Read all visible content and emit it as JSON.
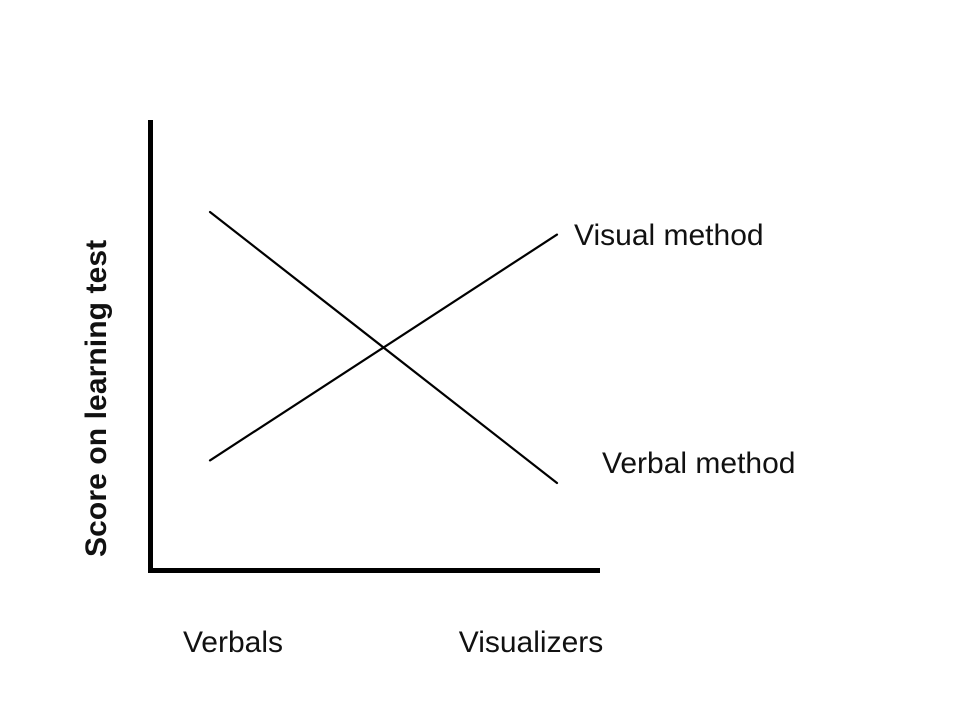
{
  "chart_data": {
    "type": "line",
    "title": "",
    "subtitle": "",
    "xlabel": "",
    "ylabel": "Score on learning test",
    "categories": [
      "Verbals",
      "Visualizers"
    ],
    "x": [
      0,
      1
    ],
    "xlim": [
      0,
      1
    ],
    "ylim": [
      0,
      1
    ],
    "grid": false,
    "legend_position": "inline-right-of-line-ends",
    "axis_ticks": "none",
    "axis_tick_labels": "none",
    "annotation": "Two straight lines forming an X, crossing near the midpoint; a disordinal aptitude-treatment interaction.",
    "series": [
      {
        "name": "Visual method",
        "label": "Visual method",
        "color": "#000000",
        "values": [
          0.25,
          0.75
        ],
        "direction": "ascending",
        "start_point": {
          "x": 0,
          "y": 0.25
        },
        "end_point": {
          "x": 1,
          "y": 0.75
        }
      },
      {
        "name": "Verbal method",
        "label": "Verbal method",
        "color": "#000000",
        "values": [
          0.8,
          0.2
        ],
        "direction": "descending",
        "start_point": {
          "x": 0,
          "y": 0.8
        },
        "end_point": {
          "x": 1,
          "y": 0.2
        }
      }
    ],
    "crossover_point": {
      "x": 0.5,
      "y": 0.5
    }
  },
  "axes": {
    "y_axis_title": "Score on learning test",
    "x_category_left": "Verbals",
    "x_category_right": "Visualizers"
  },
  "legend": {
    "visual_method": "Visual method",
    "verbal_method": "Verbal method"
  },
  "colors": {
    "background": "#ffffff",
    "axis": "#000000",
    "line": "#000000",
    "text": "#111111"
  }
}
